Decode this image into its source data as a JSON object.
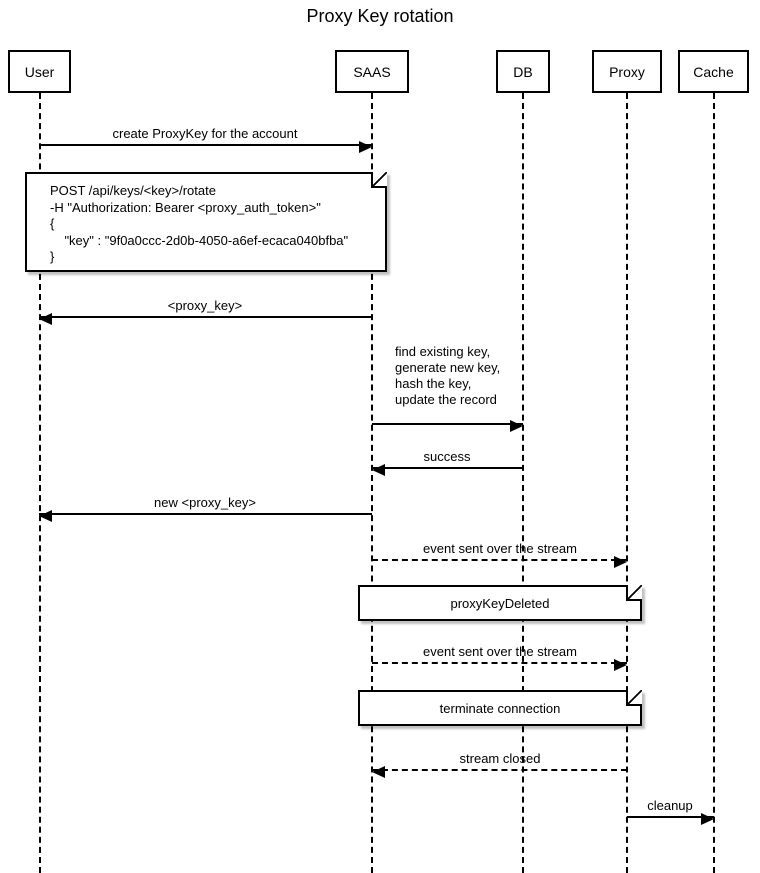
{
  "title": "Proxy Key rotation",
  "colors": {
    "line": "#000000",
    "text": "#000000",
    "background": "#ffffff"
  },
  "actors": [
    {
      "id": "user",
      "label": "User"
    },
    {
      "id": "saas",
      "label": "SAAS"
    },
    {
      "id": "db",
      "label": "DB"
    },
    {
      "id": "proxy",
      "label": "Proxy"
    },
    {
      "id": "cache",
      "label": "Cache"
    }
  ],
  "messages": [
    {
      "label": "create ProxyKey for the account",
      "from": "User",
      "to": "SAAS",
      "style": "solid"
    },
    {
      "label": "<proxy_key>",
      "from": "SAAS",
      "to": "User",
      "style": "solid"
    },
    {
      "lines": [
        "find existing key,",
        "generate new key,",
        "hash the key,",
        "update the record"
      ],
      "from": "SAAS",
      "to": "DB",
      "style": "solid"
    },
    {
      "label": "success",
      "from": "DB",
      "to": "SAAS",
      "style": "solid"
    },
    {
      "label": "new <proxy_key>",
      "from": "SAAS",
      "to": "User",
      "style": "solid"
    },
    {
      "label": "event sent over the stream",
      "from": "SAAS",
      "to": "Proxy",
      "style": "dashed"
    },
    {
      "label": "event sent over the stream",
      "from": "SAAS",
      "to": "Proxy",
      "style": "dashed"
    },
    {
      "label": "stream closed",
      "from": "Proxy",
      "to": "SAAS",
      "style": "dashed"
    },
    {
      "label": "cleanup",
      "from": "Proxy",
      "to": "Cache",
      "style": "solid"
    }
  ],
  "notes": [
    {
      "over": "User,SAAS",
      "lines": [
        "POST /api/keys/<key>/rotate",
        "-H \"Authorization: Bearer <proxy_auth_token>\"",
        "{",
        "    \"key\" : \"9f0a0ccc-2d0b-4050-a6ef-ecaca040bfba\"",
        "}"
      ]
    },
    {
      "over": "SAAS,Proxy",
      "text": "proxyKeyDeleted"
    },
    {
      "over": "SAAS,Proxy",
      "text": "terminate connection"
    }
  ]
}
